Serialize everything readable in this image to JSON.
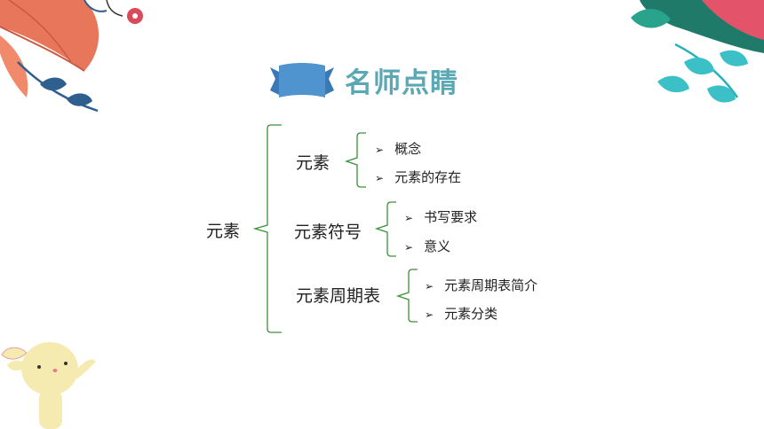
{
  "title": "名师点睛",
  "colors": {
    "title": "#5ba8b5",
    "banner": "#4f93cf",
    "bracket": "#3c8f3c"
  },
  "root": "元素",
  "groups": [
    {
      "label": "元素",
      "items": [
        "概念",
        "元素的存在"
      ]
    },
    {
      "label": "元素符号",
      "items": [
        "书写要求",
        "意义"
      ]
    },
    {
      "label": "元素周期表",
      "items": [
        "元素周期表简介",
        "元素分类"
      ]
    }
  ]
}
